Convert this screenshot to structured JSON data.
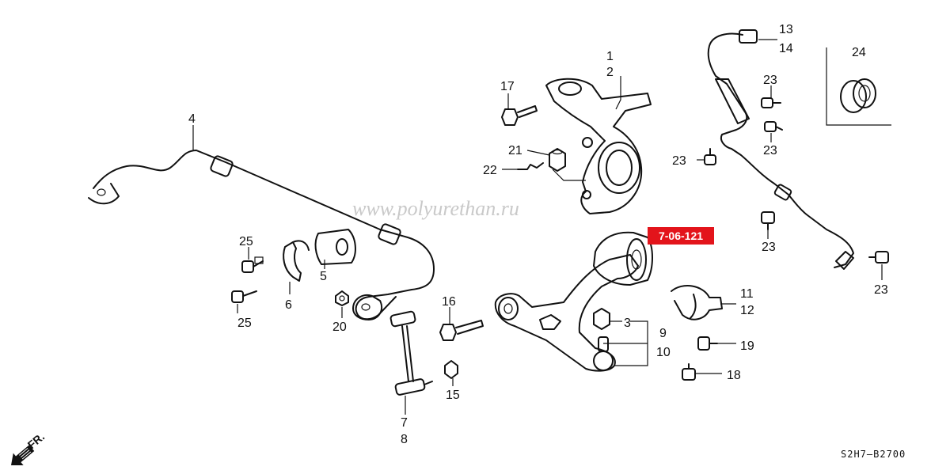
{
  "watermark": "www.polyurethan.ru",
  "highlight": {
    "label": "7-06-121",
    "color": "#e3141b"
  },
  "diagram_code": "S2H7–B2700",
  "direction_label": "FR.",
  "callouts": {
    "c1": "1",
    "c2": "2",
    "c3": "3",
    "c4": "4",
    "c5": "5",
    "c6": "6",
    "c7": "7",
    "c8": "8",
    "c9": "9",
    "c10": "10",
    "c11": "11",
    "c12": "12",
    "c13": "13",
    "c14": "14",
    "c15": "15",
    "c16": "16",
    "c17": "17",
    "c18": "18",
    "c19": "19",
    "c20": "20",
    "c21": "21",
    "c22": "22",
    "c23": "23",
    "c24": "24",
    "c25": "25"
  },
  "icons": {
    "front_arrow": "arrow-down-left-icon"
  }
}
